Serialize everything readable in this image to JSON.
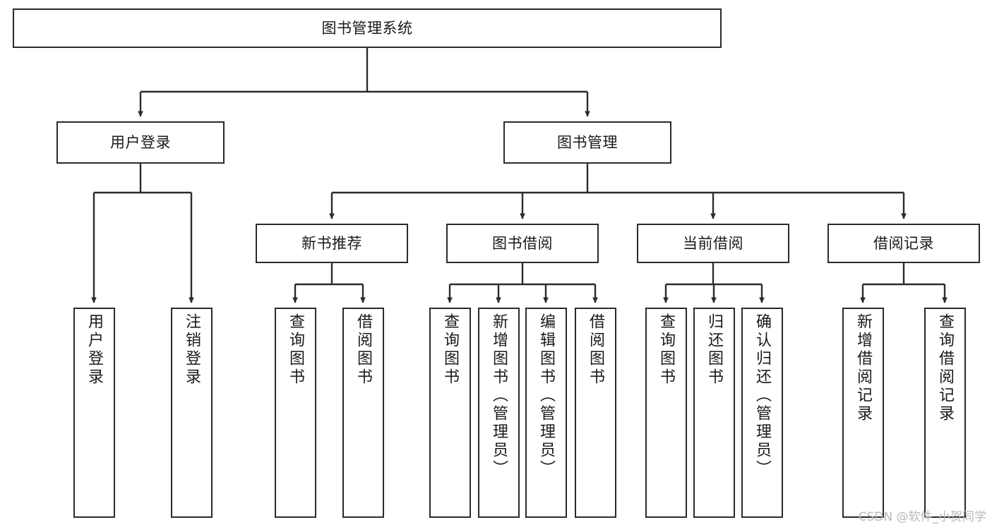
{
  "diagram": {
    "title": "图书管理系统",
    "type": "tree",
    "watermark": "CSDN @软件_小贺同学",
    "colors": {
      "node_border": "#2b2b2b",
      "node_fill": "#ffffff",
      "edge": "#2b2b2b",
      "text": "#1a1a1a",
      "watermark": "#b9b9b9"
    },
    "nodes": {
      "root": {
        "label": "图书管理系统"
      },
      "level1": [
        {
          "id": "user-login",
          "label": "用户登录"
        },
        {
          "id": "book-manage",
          "label": "图书管理"
        }
      ],
      "level2": [
        {
          "id": "new-book-rec",
          "label": "新书推荐"
        },
        {
          "id": "book-borrow",
          "label": "图书借阅"
        },
        {
          "id": "current-borrow",
          "label": "当前借阅"
        },
        {
          "id": "borrow-record",
          "label": "借阅记录"
        }
      ],
      "leaves": {
        "user-login": [
          {
            "id": "leaf-user-login",
            "label": "用户登录"
          },
          {
            "id": "leaf-logout-login",
            "label": "注销登录"
          }
        ],
        "new-book-rec": [
          {
            "id": "leaf-query-book-1",
            "label": "查询图书"
          },
          {
            "id": "leaf-borrow-book-1",
            "label": "借阅图书"
          }
        ],
        "book-borrow": [
          {
            "id": "leaf-query-book-2",
            "label": "查询图书"
          },
          {
            "id": "leaf-add-book",
            "label": "新增图书（管理员）"
          },
          {
            "id": "leaf-edit-book",
            "label": "编辑图书（管理员）"
          },
          {
            "id": "leaf-borrow-book-2",
            "label": "借阅图书"
          }
        ],
        "current-borrow": [
          {
            "id": "leaf-query-book-3",
            "label": "查询图书"
          },
          {
            "id": "leaf-return-book",
            "label": "归还图书"
          },
          {
            "id": "leaf-confirm-return",
            "label": "确认归还（管理员）"
          }
        ],
        "borrow-record": [
          {
            "id": "leaf-add-record",
            "label": "新增借阅记录"
          },
          {
            "id": "leaf-query-record",
            "label": "查询借阅记录"
          }
        ]
      }
    }
  }
}
